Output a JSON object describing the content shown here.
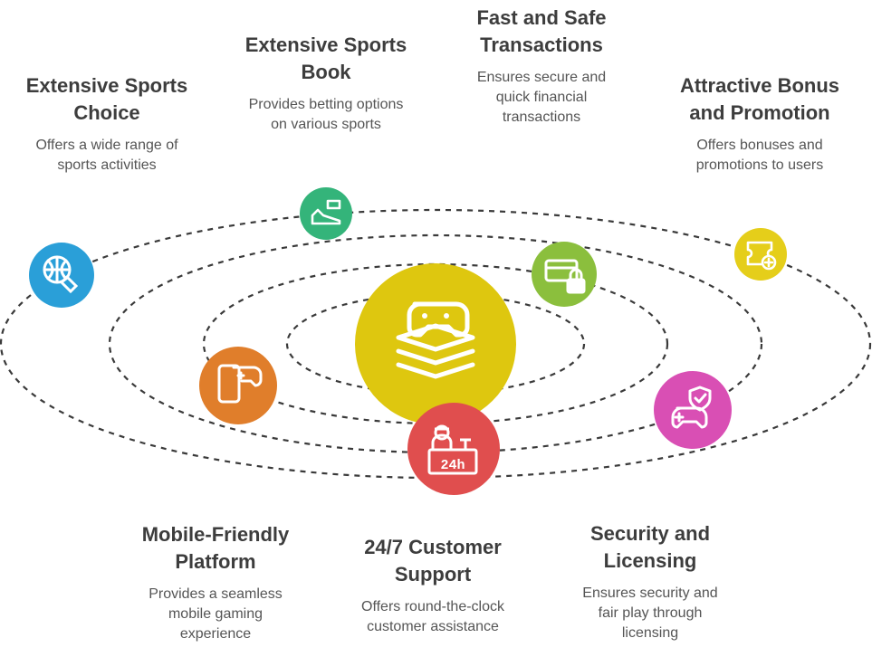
{
  "colors": {
    "center": "#DEC70F",
    "sports_choice": "#2A9FD8",
    "sports_book": "#34B47A",
    "transactions": "#8BBF3D",
    "bonus": "#E5CE1A",
    "mobile": "#E07E2B",
    "support": "#E04E4E",
    "security": "#D94FB4",
    "orbit": "#3a3a3a"
  },
  "center": {
    "icon": "gamepad-stack-icon"
  },
  "features": [
    {
      "id": "sports-choice",
      "title": "Extensive Sports\nChoice",
      "desc": "Offers a wide range of\nsports activities",
      "icon": "basketball-ticket-icon"
    },
    {
      "id": "sports-book",
      "title": "Extensive Sports\nBook",
      "desc": "Provides betting options\non various sports",
      "icon": "sneaker-ticket-icon"
    },
    {
      "id": "transactions",
      "title": "Fast and Safe\nTransactions",
      "desc": "Ensures secure and\nquick financial\ntransactions",
      "icon": "card-lock-icon"
    },
    {
      "id": "bonus",
      "title": "Attractive Bonus\nand Promotion",
      "desc": "Offers bonuses and\npromotions to users",
      "icon": "ticket-plus-icon"
    },
    {
      "id": "mobile",
      "title": "Mobile-Friendly\nPlatform",
      "desc": "Provides a seamless\nmobile gaming\nexperience",
      "icon": "phone-gamepad-icon"
    },
    {
      "id": "support",
      "title": "24/7 Customer\nSupport",
      "desc": "Offers round-the-clock\ncustomer assistance",
      "icon": "support-desk-icon",
      "badge": "24h"
    },
    {
      "id": "security",
      "title": "Security and\nLicensing",
      "desc": "Ensures security and\nfair play through\nlicensing",
      "icon": "gamepad-shield-icon"
    }
  ]
}
